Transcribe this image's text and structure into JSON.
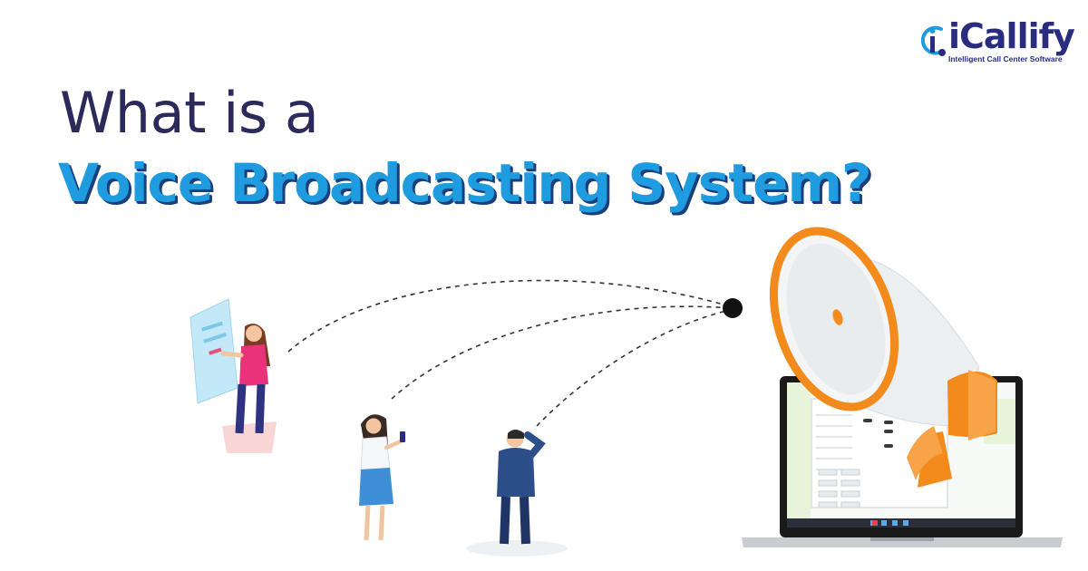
{
  "brand": {
    "name": "iCallify",
    "tagline": "Intelligent Call Center Software",
    "colors": {
      "navy": "#2a2c80",
      "accent_blue": "#1f9be0",
      "megaphone_orange": "#f28a1c"
    }
  },
  "heading": {
    "line1": "What is a",
    "line2": "Voice Broadcasting System?"
  },
  "illustration": {
    "icons": [
      "megaphone-icon",
      "laptop-icon",
      "touch-screen-icon",
      "woman-with-tablet-icon",
      "woman-with-phone-icon",
      "man-on-phone-icon",
      "signal-dot-icon"
    ],
    "laptop_screen_title": "Voice Broadcasting"
  }
}
